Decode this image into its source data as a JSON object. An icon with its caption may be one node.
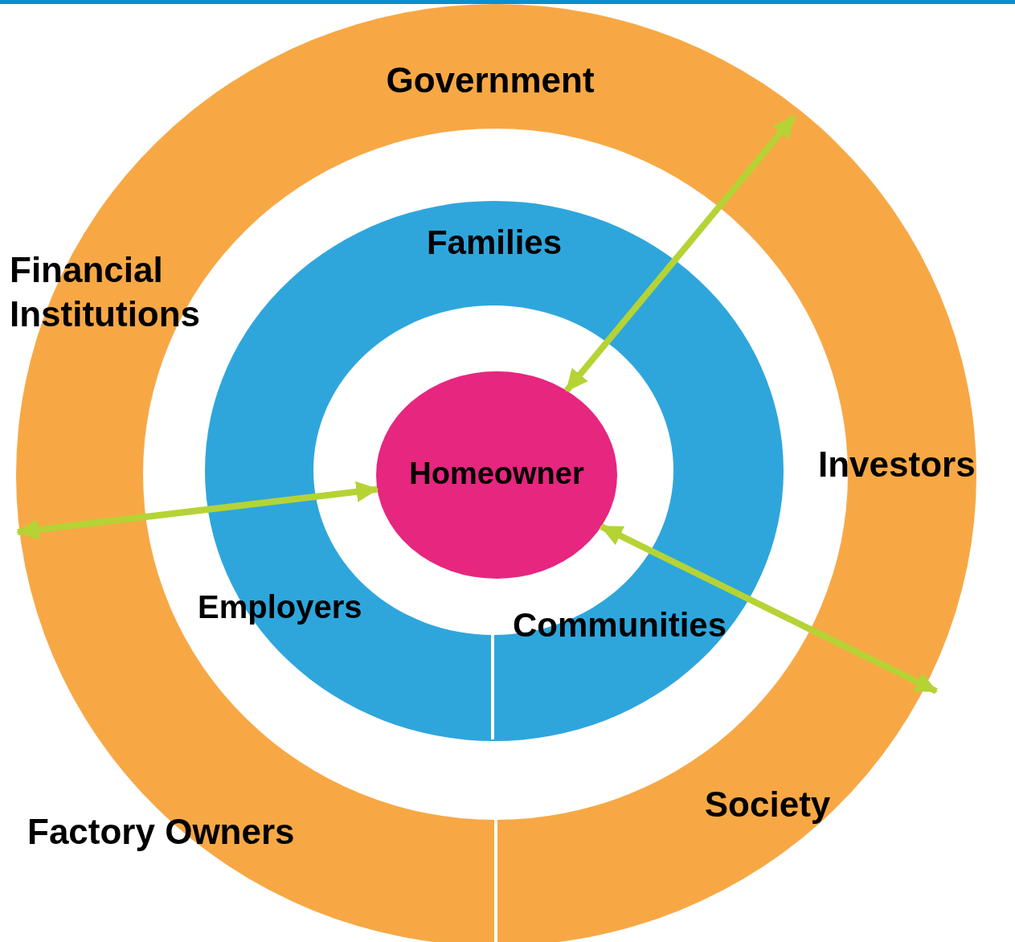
{
  "diagram": {
    "nodes": [
      {
        "text": [
          "Government",
          "Financial Institutions",
          "Investors",
          "Society",
          "Factory Owners"
        ]
      },
      {
        "text": [
          "Families",
          "Employers",
          "Communities"
        ],
        "in": 0
      },
      {
        "text": [
          "Homeowner"
        ],
        "in": 1
      }
    ],
    "edges": [
      {
        "from": 2,
        "to": null,
        "arrow": "both"
      },
      {
        "from": 2,
        "to": null,
        "arrow": "both"
      },
      {
        "from": 2,
        "to": null,
        "arrow": "both"
      }
    ]
  }
}
